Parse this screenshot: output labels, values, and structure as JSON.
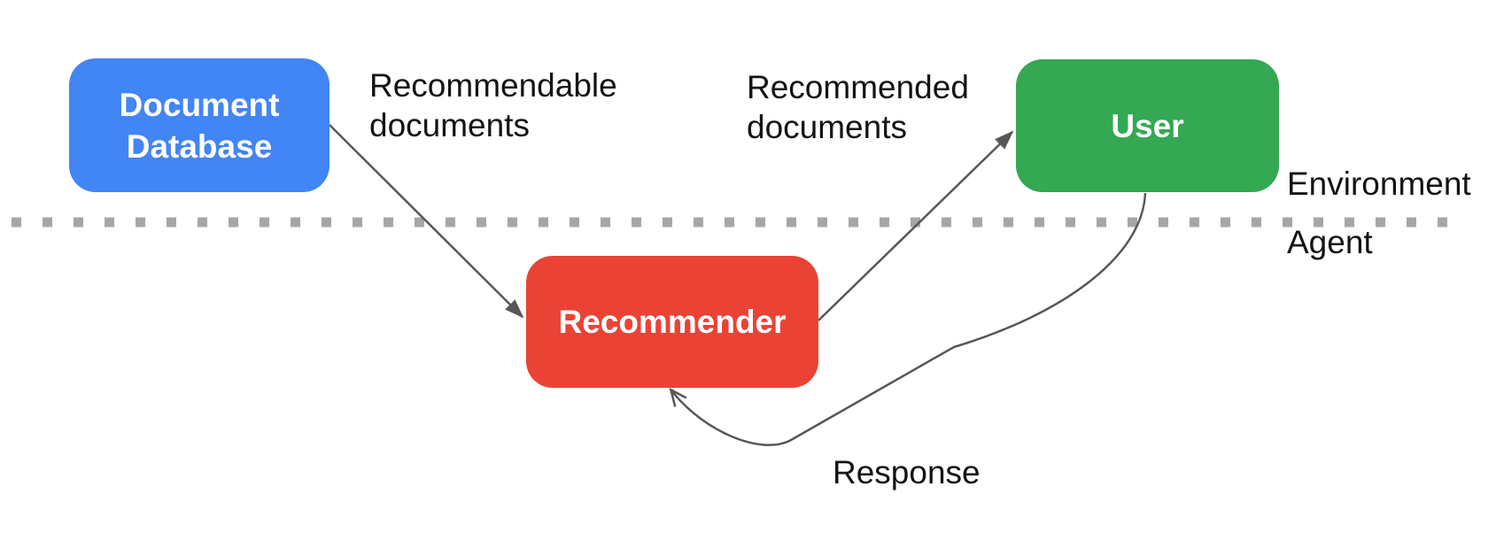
{
  "diagram": {
    "background": "#ffffff",
    "arrow_color": "#575757",
    "divider_dot_color": "#a6a6a6",
    "label_color": "#131313",
    "nodes": {
      "document_database": {
        "label": "Document Database",
        "color": "#4285f4",
        "text_color": "#ffffff"
      },
      "recommender": {
        "label": "Recommender",
        "color": "#ea4335",
        "text_color": "#ffffff"
      },
      "user": {
        "label": "User",
        "color": "#34a853",
        "text_color": "#ffffff"
      }
    },
    "edges": {
      "recommendable": {
        "label": "Recommendable documents",
        "from": "document_database",
        "to": "recommender"
      },
      "recommended": {
        "label": "Recommended documents",
        "from": "recommender",
        "to": "user"
      },
      "response": {
        "label": "Response",
        "from": "user",
        "to": "recommender"
      }
    },
    "separator": {
      "above_label": "Environment",
      "below_label": "Agent"
    }
  }
}
